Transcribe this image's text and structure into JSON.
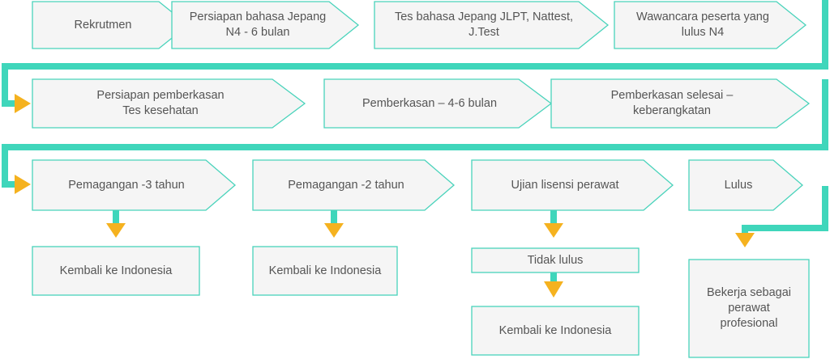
{
  "colors": {
    "connector": "#3fd6bb",
    "arrowhead": "#f5b21f",
    "box_fill": "#f5f5f5",
    "box_stroke": "#49d3bb",
    "text": "#555555"
  },
  "steps": [
    {
      "label": "Rekrutmen"
    },
    {
      "label": "Persiapan bahasa Jepang\nN4 - 6 bulan"
    },
    {
      "label": "Tes bahasa Jepang JLPT, Nattest,\nJ.Test"
    },
    {
      "label": "Wawancara peserta yang\nlulus N4"
    },
    {
      "label": "Persiapan pemberkasan\nTes kesehatan"
    },
    {
      "label": "Pemberkasan – 4-6 bulan"
    },
    {
      "label": "Pemberkasan selesai –\nkeberangkatan"
    },
    {
      "label": "Pemagangan -3 tahun"
    },
    {
      "label": "Pemagangan -2 tahun"
    },
    {
      "label": "Ujian lisensi perawat"
    },
    {
      "label": "Lulus"
    }
  ],
  "outcomes": [
    {
      "label": "Kembali ke Indonesia"
    },
    {
      "label": "Kembali ke Indonesia"
    },
    {
      "label": "Tidak lulus"
    },
    {
      "label": "Kembali ke Indonesia"
    },
    {
      "label": "Bekerja sebagai\nperawat\nprofesional"
    }
  ]
}
